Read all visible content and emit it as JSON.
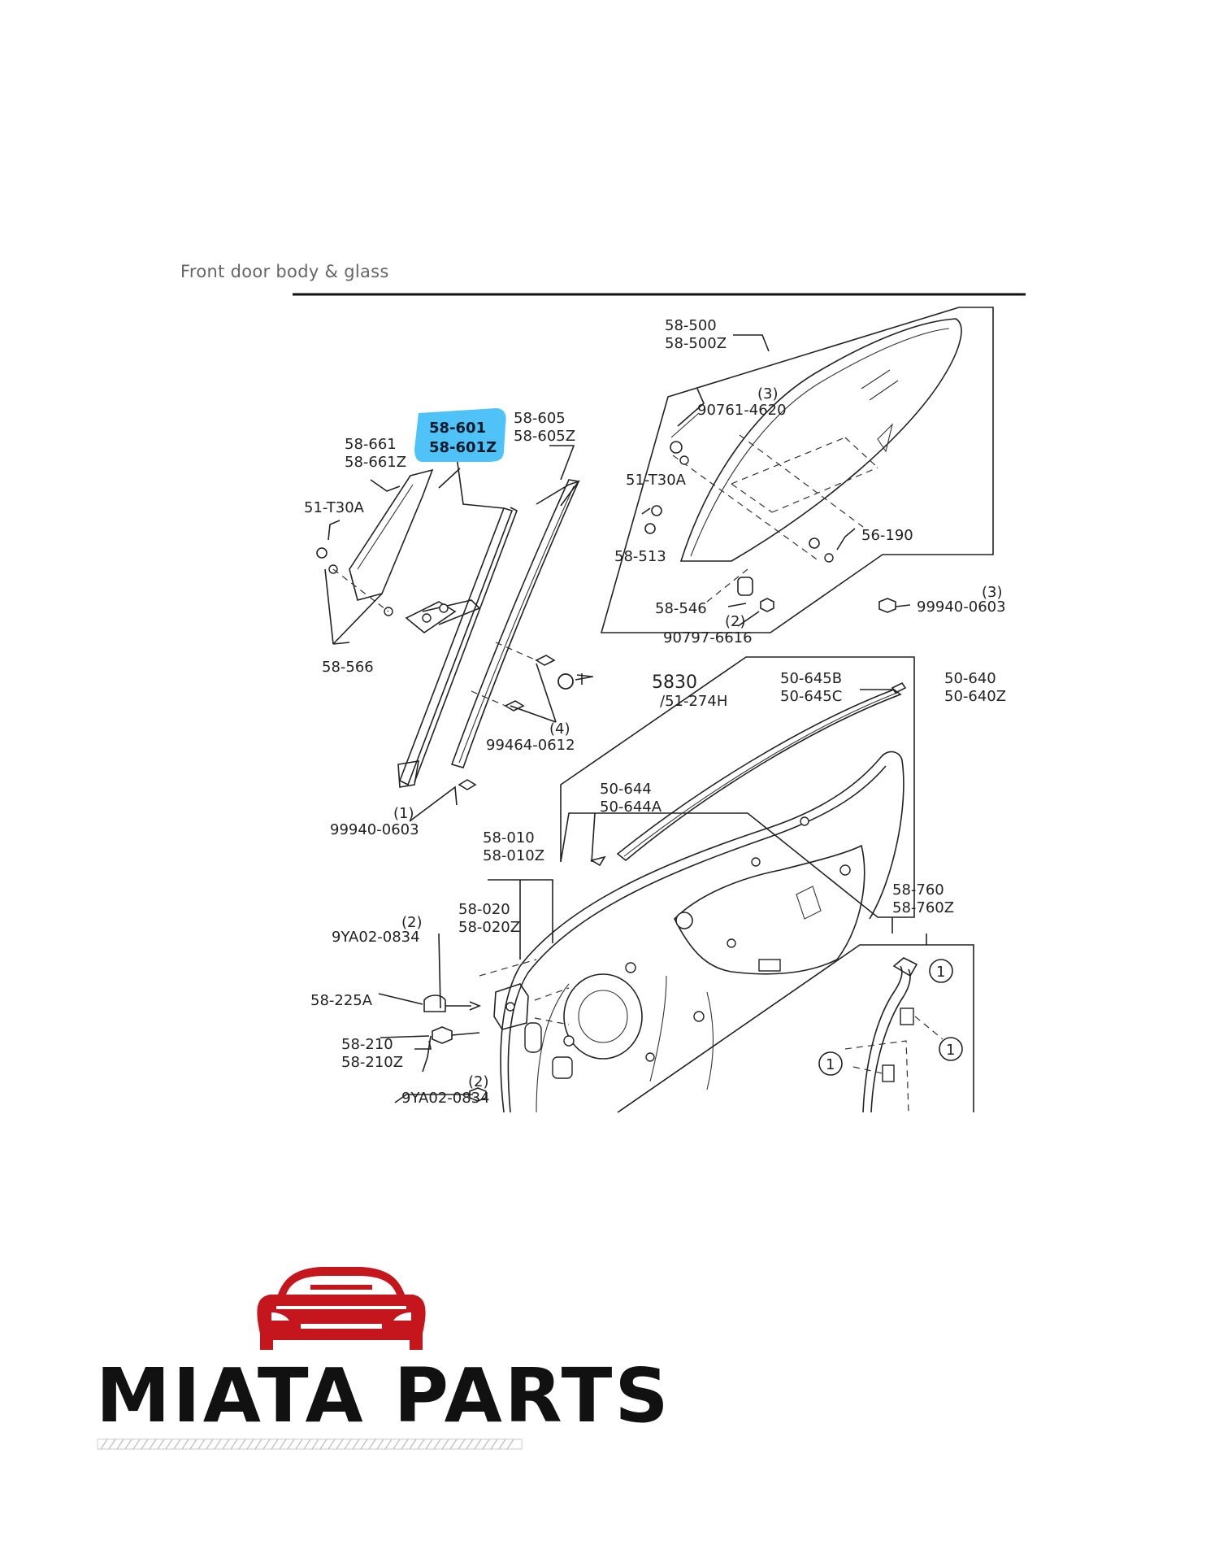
{
  "page": {
    "title": "Front door body & glass"
  },
  "highlight": {
    "color": "#4fc3f7",
    "part_numbers": [
      "58-601",
      "58-601Z"
    ]
  },
  "callouts": {
    "c_58_500": [
      "58-500",
      "58-500Z"
    ],
    "c_58_605": [
      "58-605",
      "58-605Z"
    ],
    "c_58_661": [
      "58-661",
      "58-661Z"
    ],
    "c_51_t30a_left": "51-T30A",
    "c_51_t30a_right": "51-T30A",
    "c_90761": {
      "qty": "(3)",
      "part": "90761-4620"
    },
    "c_58_513": "58-513",
    "c_56_190": "56-190",
    "c_58_546": "58-546",
    "c_90797": {
      "qty": "(2)",
      "part": "90797-6616"
    },
    "c_99940_right": {
      "qty": "(3)",
      "part": "99940-0603"
    },
    "c_58_566": "58-566",
    "c_5830": "5830",
    "c_51_274h": "/51-274H",
    "c_99464": {
      "qty": "(4)",
      "part": "99464-0612"
    },
    "c_50_645b": [
      "50-645B",
      "50-645C"
    ],
    "c_50_640": [
      "50-640",
      "50-640Z"
    ],
    "c_50_644": [
      "50-644",
      "50-644A"
    ],
    "c_99940_left": {
      "qty": "(1)",
      "part": "99940-0603"
    },
    "c_58_010": [
      "58-010",
      "58-010Z"
    ],
    "c_58_020": [
      "58-020",
      "58-020Z"
    ],
    "c_58_760": [
      "58-760",
      "58-760Z"
    ],
    "c_9ya02_top": {
      "qty": "(2)",
      "part": "9YA02-0834"
    },
    "c_58_225a": "58-225A",
    "c_58_210": [
      "58-210",
      "58-210Z"
    ],
    "c_9ya02_bottom": {
      "qty": "(2)",
      "part": "9YA02-0834"
    },
    "c_circle": "1"
  },
  "brand": {
    "name": "MIATA PARTS",
    "accent": "#c4161c",
    "text_color": "#111111"
  }
}
